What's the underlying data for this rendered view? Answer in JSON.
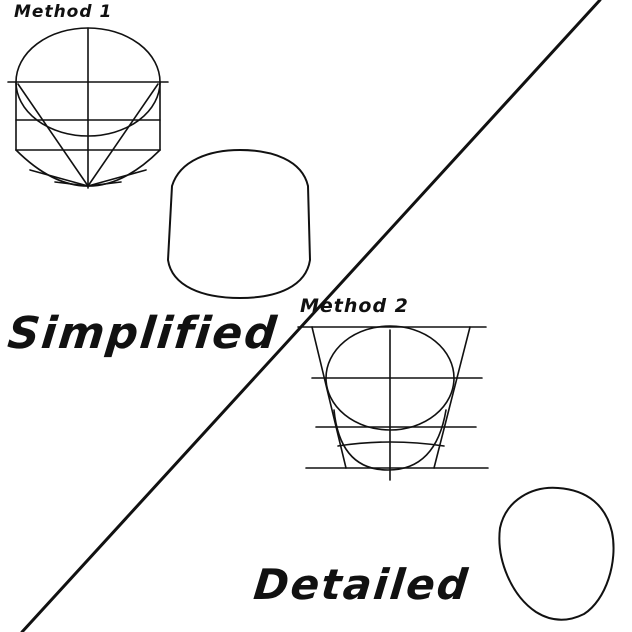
{
  "labels": {
    "method1": "Method 1",
    "method2": "Method 2",
    "simplified": "Simplified",
    "detailed": "Detailed"
  },
  "colors": {
    "stroke": "#111111",
    "background": "#ffffff"
  }
}
